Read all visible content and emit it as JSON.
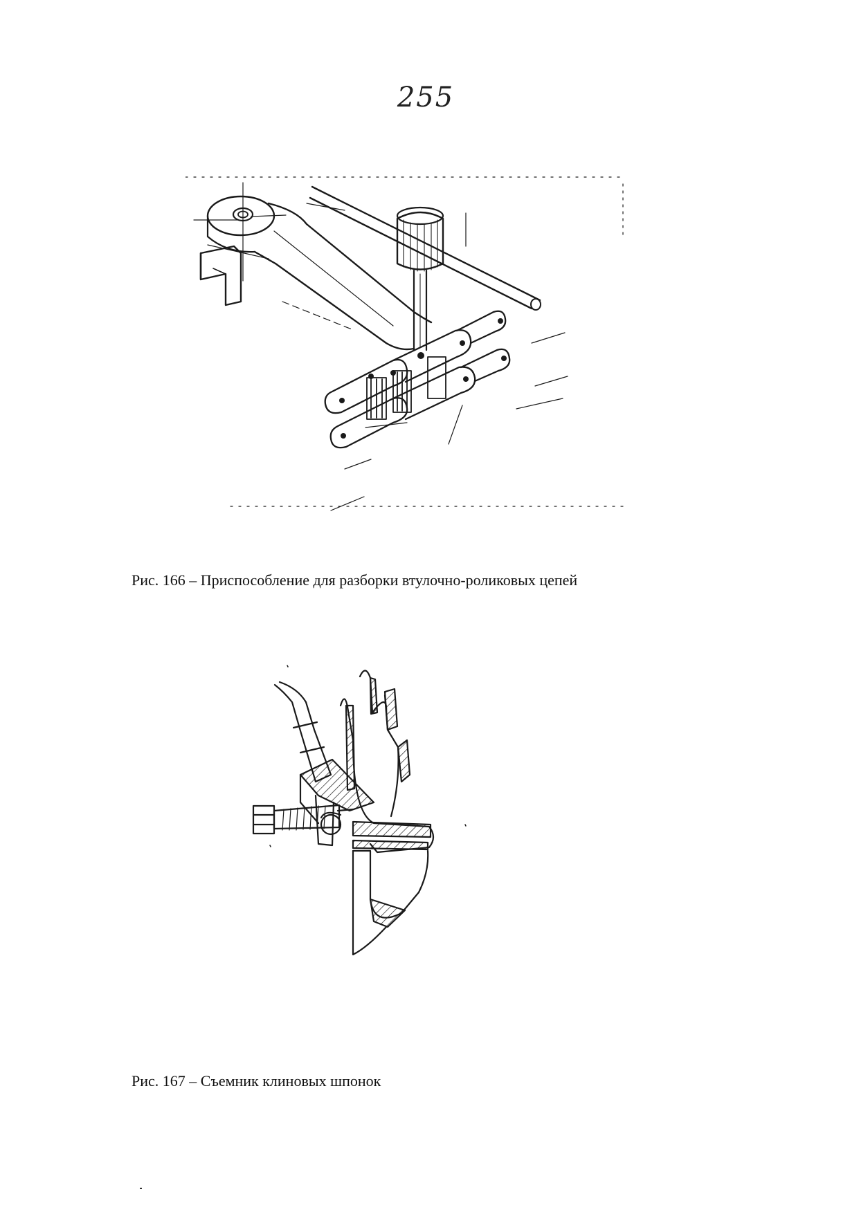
{
  "page": {
    "number": "255"
  },
  "figures": [
    {
      "id": "fig166",
      "caption": "Рис. 166 – Приспособление для разборки втулочно-роликовых цепей",
      "drawing_subject": "chain-disassembly-tool"
    },
    {
      "id": "fig167",
      "caption": "Рис. 167 – Съемник клиновых шпонок",
      "drawing_subject": "wedge-key-puller"
    }
  ]
}
